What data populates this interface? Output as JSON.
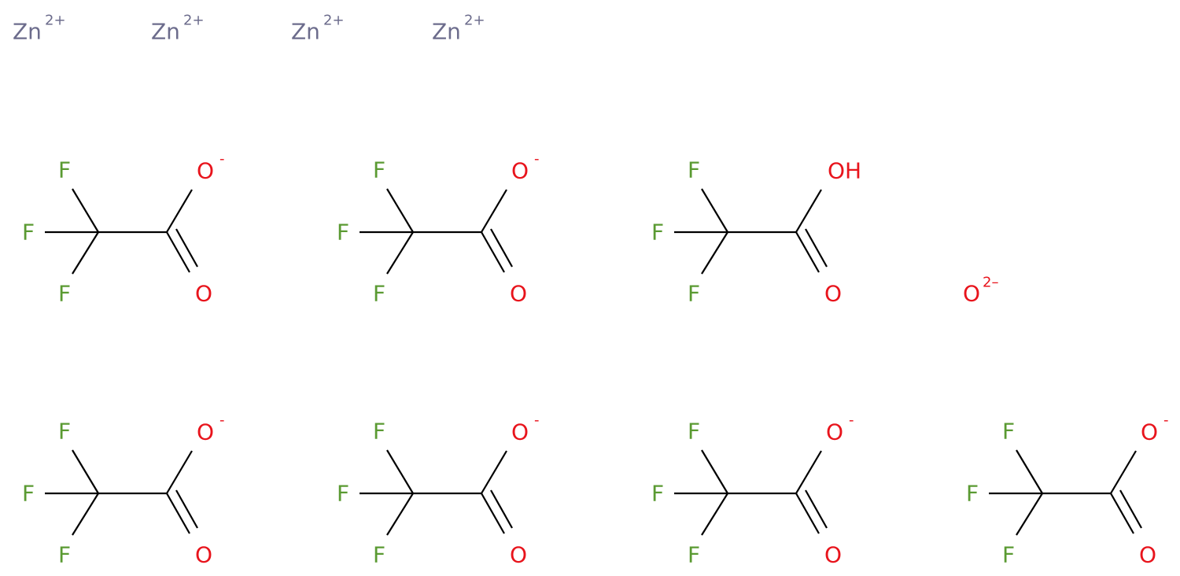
{
  "colors": {
    "bond": "#000000",
    "zinc": "#6c6c8c",
    "fluorine": "#5a9a32",
    "oxygen": "#e8141c",
    "background": "#ffffff"
  },
  "ions": {
    "zinc": [
      {
        "symbol": "Zn",
        "charge": "2+"
      },
      {
        "symbol": "Zn",
        "charge": "2+"
      },
      {
        "symbol": "Zn",
        "charge": "2+"
      },
      {
        "symbol": "Zn",
        "charge": "2+"
      }
    ],
    "oxide": {
      "symbol": "O",
      "charge": "2–"
    }
  },
  "molecules": [
    {
      "name": "trifluoroacetate",
      "fluorines": [
        "F",
        "F",
        "F"
      ],
      "oxygen_top": "O",
      "oxygen_top_charge": "-",
      "oxygen_bottom": "O"
    },
    {
      "name": "trifluoroacetate",
      "fluorines": [
        "F",
        "F",
        "F"
      ],
      "oxygen_top": "O",
      "oxygen_top_charge": "-",
      "oxygen_bottom": "O"
    },
    {
      "name": "trifluoroacetic acid",
      "fluorines": [
        "F",
        "F",
        "F"
      ],
      "oxygen_top": "OH",
      "oxygen_top_charge": "",
      "oxygen_bottom": "O"
    },
    {
      "name": "trifluoroacetate",
      "fluorines": [
        "F",
        "F",
        "F"
      ],
      "oxygen_top": "O",
      "oxygen_top_charge": "-",
      "oxygen_bottom": "O"
    },
    {
      "name": "trifluoroacetate",
      "fluorines": [
        "F",
        "F",
        "F"
      ],
      "oxygen_top": "O",
      "oxygen_top_charge": "-",
      "oxygen_bottom": "O"
    },
    {
      "name": "trifluoroacetate",
      "fluorines": [
        "F",
        "F",
        "F"
      ],
      "oxygen_top": "O",
      "oxygen_top_charge": "-",
      "oxygen_bottom": "O"
    },
    {
      "name": "trifluoroacetate",
      "fluorines": [
        "F",
        "F",
        "F"
      ],
      "oxygen_top": "O",
      "oxygen_top_charge": "-",
      "oxygen_bottom": "O"
    }
  ]
}
